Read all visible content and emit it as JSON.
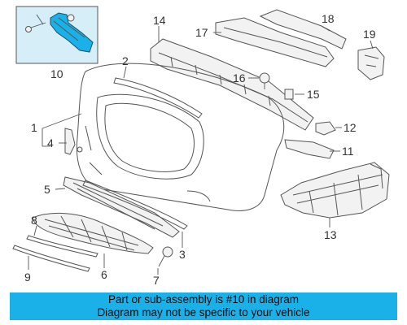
{
  "colors": {
    "highlight": "#1ab0e8",
    "inset_background": "#d6eef8",
    "line": "#555555",
    "footer_background": "#1ab0e8",
    "footer_text": "#0a0a0a"
  },
  "callouts": {
    "c1": "1",
    "c2": "2",
    "c3": "3",
    "c4": "4",
    "c5": "5",
    "c6": "6",
    "c7": "7",
    "c8": "8",
    "c9": "9",
    "c10": "10",
    "c11": "11",
    "c12": "12",
    "c13": "13",
    "c14": "14",
    "c15": "15",
    "c16": "16",
    "c17": "17",
    "c18": "18",
    "c19": "19"
  },
  "footer": {
    "line1": "Part or sub-assembly is #10 in diagram",
    "line2": "Diagram may not be specific to your vehicle"
  }
}
